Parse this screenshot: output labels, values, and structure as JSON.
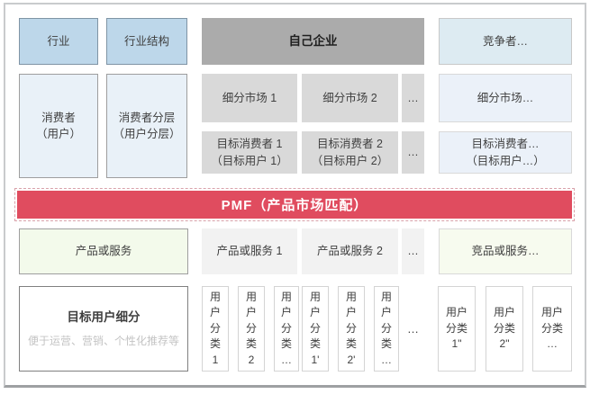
{
  "palette": {
    "industry_blue": "#BDD7EA",
    "light_blue": "#E9F1F8",
    "own_company_gray": "#ABABAB",
    "segment_gray": "#D9D9D9",
    "competitor_blue": "#DDEBF2",
    "competitor_light_blue": "#EBF1F9",
    "product_gray": "#F2F2F2",
    "own_product_green": "#F3FAEB",
    "competitor_product_green": "#F7FBEF",
    "pmf_red": "#E04C5F"
  },
  "top_row": {
    "industry": "行业",
    "industry_structure": "行业结构",
    "own_company": "自己企业",
    "competitors": "竞争者…"
  },
  "left_column": {
    "consumers": "消费者\n（用户）",
    "consumer_layers": "消费者分层\n（用户分层）"
  },
  "market_rows": {
    "segments": [
      "细分市场 1",
      "细分市场 2",
      "…"
    ],
    "competitor_segment": "细分市场…",
    "target_consumers": [
      "目标消费者 1\n（目标用户 1）",
      "目标消费者 2\n（目标用户 2）",
      "…"
    ],
    "competitor_target_consumer": "目标消费者…\n（目标用户…）"
  },
  "pmf": {
    "label": "PMF（产品市场匹配）"
  },
  "products_row": {
    "own_product": "产品或服务",
    "products": [
      "产品或服务 1",
      "产品或服务 2",
      "…"
    ],
    "competitor_product": "竞品或服务…"
  },
  "segmentation_row": {
    "title": "目标用户细分",
    "subtitle": "便于运营、营销、个性化推荐等",
    "user_classes": [
      "用户分类1",
      "用户分类2",
      "用户分类…",
      "用户分类1'",
      "用户分类2'",
      "用户分类…"
    ],
    "ellipsis": "…",
    "competitor_user_classes": [
      "用户分类1\"",
      "用户分类2\"",
      "用户分类…"
    ]
  }
}
